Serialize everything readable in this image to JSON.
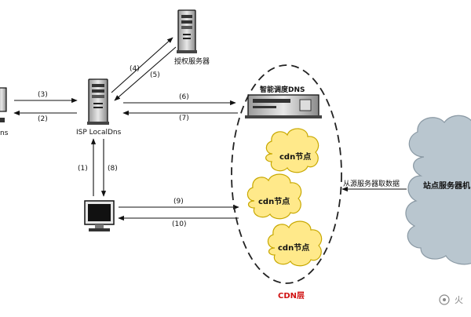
{
  "nodes": {
    "client_dns_partial": "ns",
    "isp_local_dns": "ISP LocalDns",
    "authoritative_server": "授权服务器",
    "smart_dns": "智能调度DNS",
    "cdn_node_1": "cdn节点",
    "cdn_node_2": "cdn节点",
    "cdn_node_3": "cdn节点",
    "cdn_layer": "CDN层",
    "origin_cloud_partial": "站点服务器机"
  },
  "edges": {
    "e1": "(1)",
    "e2": "(2)",
    "e3": "(3)",
    "e4": "(4)",
    "e5": "(5)",
    "e6": "(6)",
    "e7": "(7)",
    "e8": "(8)",
    "e9": "(9)",
    "e10": "(10)",
    "fetch_from_origin": "从源服务器取数据"
  },
  "watermark": "火",
  "colors": {
    "cloud_fill": "#ffe98a",
    "cloud_stroke": "#c8a800",
    "origin_cloud_fill": "#b9c6cf",
    "cdn_layer_label": "#d01010",
    "line": "#111111"
  }
}
